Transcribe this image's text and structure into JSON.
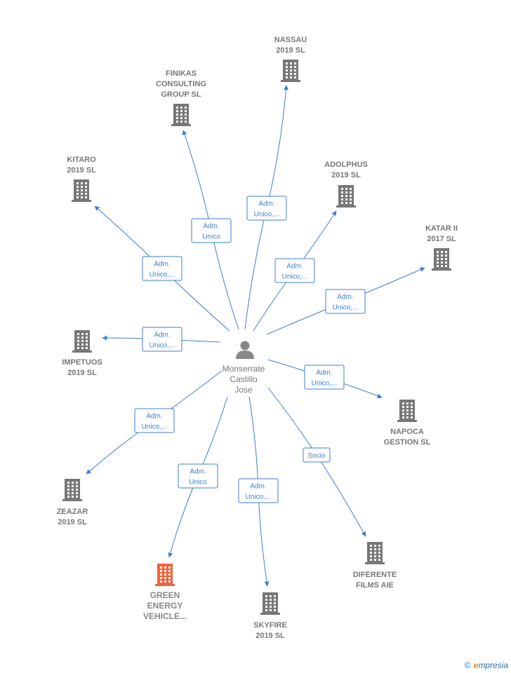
{
  "center": {
    "name_lines": [
      "Monserrate",
      "Castillo",
      "Jose"
    ]
  },
  "companies": [
    {
      "id": "nassau",
      "lines": [
        "NASSAU",
        "2019  SL"
      ],
      "role_lines": [
        "Adm.",
        "Unico,..."
      ],
      "color": "#777777"
    },
    {
      "id": "finikas",
      "lines": [
        "FINIKAS",
        "CONSULTING",
        "GROUP SL"
      ],
      "role_lines": [
        "Adm.",
        "Unico"
      ],
      "color": "#777777"
    },
    {
      "id": "kitaro",
      "lines": [
        "KITARO",
        "2019  SL"
      ],
      "role_lines": [
        "Adm.",
        "Unico,..."
      ],
      "color": "#777777"
    },
    {
      "id": "adolphus",
      "lines": [
        "ADOLPHUS",
        "2019  SL"
      ],
      "role_lines": [
        "Adm.",
        "Unico,..."
      ],
      "color": "#777777"
    },
    {
      "id": "katar",
      "lines": [
        "KATAR II",
        "2017  SL"
      ],
      "role_lines": [
        "Adm.",
        "Unico,..."
      ],
      "color": "#777777"
    },
    {
      "id": "impetuos",
      "lines": [
        "IMPETUOS",
        "2019  SL"
      ],
      "role_lines": [
        "Adm.",
        "Unico,..."
      ],
      "color": "#777777"
    },
    {
      "id": "napoca",
      "lines": [
        "NAPOCA",
        "GESTION  SL"
      ],
      "role_lines": [
        "Adm.",
        "Unico,..."
      ],
      "color": "#777777"
    },
    {
      "id": "zeazar",
      "lines": [
        "ZEAZAR",
        "2019  SL"
      ],
      "role_lines": [
        "Adm.",
        "Unico,..."
      ],
      "color": "#777777"
    },
    {
      "id": "green",
      "lines": [
        "GREEN",
        "ENERGY",
        "VEHICLE..."
      ],
      "role_lines": [
        "Adm.",
        "Unico"
      ],
      "color": "#f0643c",
      "highlight": true
    },
    {
      "id": "skyfire",
      "lines": [
        "SKYFIRE",
        "2019  SL"
      ],
      "role_lines": [
        "Adm.",
        "Unico,..."
      ],
      "color": "#777777"
    },
    {
      "id": "diferente",
      "lines": [
        "DIFERENTE",
        "FILMS  AIE"
      ],
      "role_lines": [
        "Socio"
      ],
      "color": "#777777"
    }
  ],
  "footer": {
    "copyright": "©",
    "brand_initial": "e",
    "brand_rest": "mpresia"
  }
}
